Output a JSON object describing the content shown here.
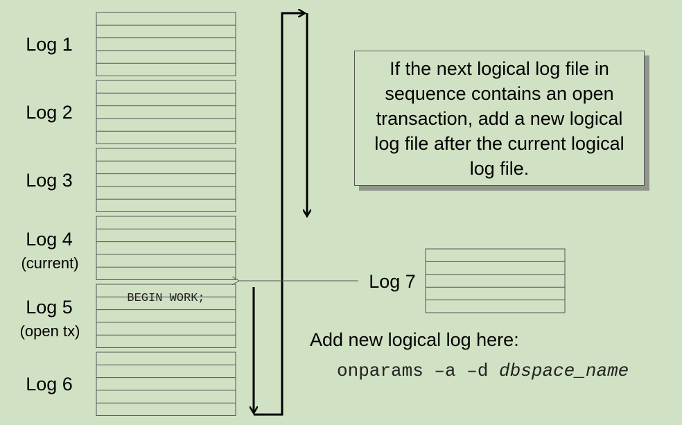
{
  "logs": [
    {
      "id": "log-1",
      "name": "Log 1",
      "sub": "",
      "rows": 5,
      "content": ""
    },
    {
      "id": "log-2",
      "name": "Log 2",
      "sub": "",
      "rows": 5,
      "content": ""
    },
    {
      "id": "log-3",
      "name": "Log 3",
      "sub": "",
      "rows": 5,
      "content": ""
    },
    {
      "id": "log-4",
      "name": "Log 4",
      "sub": "(current)",
      "rows": 5,
      "content": ""
    },
    {
      "id": "log-5",
      "name": "Log 5",
      "sub": "(open tx)",
      "rows": 5,
      "content": "BEGIN WORK;"
    },
    {
      "id": "log-6",
      "name": "Log 6",
      "sub": "",
      "rows": 5,
      "content": ""
    }
  ],
  "new_log": {
    "name": "Log 7",
    "rows": 5
  },
  "callout": {
    "text": "If the next logical log file in sequence contains an open transaction, add a new logical log file after the current logical log file."
  },
  "add_here": {
    "label": "Add new logical log here:",
    "command": "onparams –a –d ",
    "argument": "dbspace_name"
  },
  "colors": {
    "background": "#d1e1c4",
    "line": "#000000",
    "shadow": "#8f968a"
  }
}
